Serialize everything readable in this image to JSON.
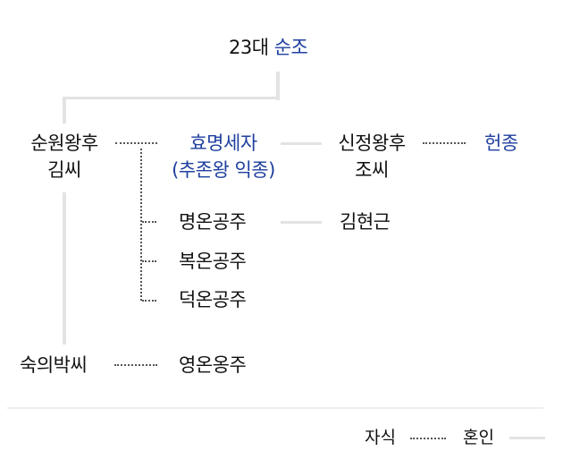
{
  "title": {
    "prefix": "23대",
    "name": "순조"
  },
  "nodes": {
    "queen_main": {
      "line1": "순원왕후",
      "line2": "김씨"
    },
    "crown_prince": {
      "line1": "효명세자",
      "line2": "(추존왕 익종)"
    },
    "queen_sinjeong": {
      "line1": "신정왕후",
      "line2": "조씨"
    },
    "heonjong": {
      "label": "헌종"
    },
    "princess_myeongon": {
      "label": "명온공주"
    },
    "kim_hyeongeun": {
      "label": "김현근"
    },
    "princess_bogon": {
      "label": "복온공주"
    },
    "princess_deogon": {
      "label": "덕온공주"
    },
    "consort_park": {
      "label": "숙의박씨"
    },
    "princess_yeongon": {
      "label": "영온옹주"
    }
  },
  "legend": {
    "child_label": "자식",
    "marriage_label": "혼인"
  },
  "colors": {
    "text": "#111111",
    "royal_blue": "#1f3f9e",
    "marriage_line": "#e3e3e3",
    "child_dots": "#555555"
  }
}
